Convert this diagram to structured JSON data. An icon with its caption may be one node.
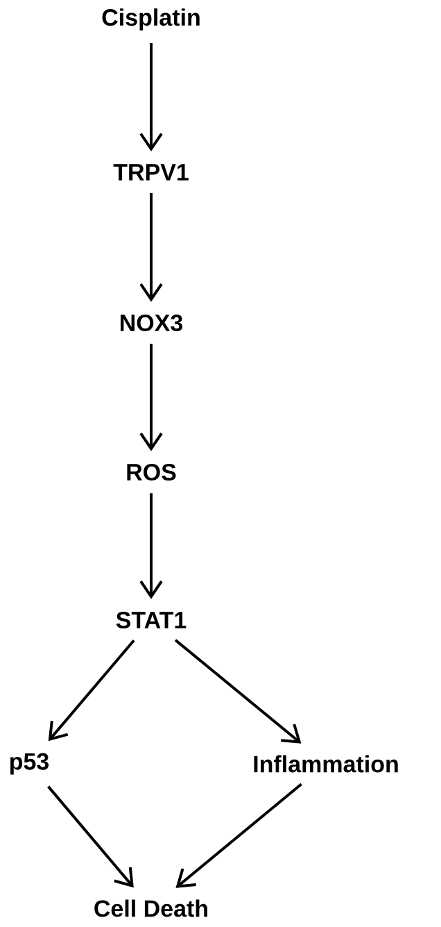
{
  "diagram": {
    "nodes": [
      {
        "text": [
          "Cisplatin"
        ]
      },
      {
        "text": [
          "TRPV1"
        ]
      },
      {
        "text": [
          "NOX3"
        ]
      },
      {
        "text": [
          "ROS"
        ]
      },
      {
        "text": [
          "STAT1"
        ]
      },
      {
        "text": [
          "p53"
        ]
      },
      {
        "text": [
          "Inflammation"
        ]
      },
      {
        "text": [
          "Cell Death"
        ]
      }
    ],
    "edges": [
      {
        "from": 0,
        "to": 1,
        "arrow": "to"
      },
      {
        "from": 1,
        "to": 2,
        "arrow": "to"
      },
      {
        "from": 2,
        "to": 3,
        "arrow": "to"
      },
      {
        "from": 3,
        "to": 4,
        "arrow": "to"
      },
      {
        "from": 4,
        "to": 5,
        "arrow": "to"
      },
      {
        "from": 4,
        "to": 6,
        "arrow": "to"
      },
      {
        "from": 5,
        "to": 7,
        "arrow": "to"
      },
      {
        "from": 6,
        "to": 7,
        "arrow": "to"
      }
    ]
  }
}
